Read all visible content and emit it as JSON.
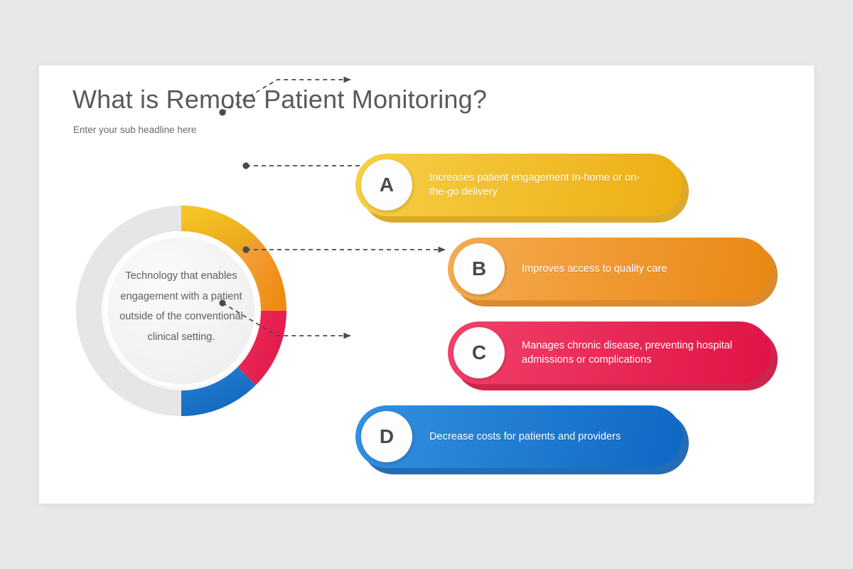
{
  "slide": {
    "title": "What is Remote Patient Monitoring?",
    "subtitle": "Enter your sub headline here",
    "background_color": "#e8e8e8",
    "card_color": "#ffffff"
  },
  "donut": {
    "center_text": "Technology that enables engagement with a patient outside of the conventional clinical setting.",
    "track_color": "#e6e6e6",
    "inner_color": "#f1f1f1",
    "segments": [
      {
        "key": "A",
        "label": "Increases patient engagement",
        "color": "#f5c324",
        "color_dark": "#e9a81c",
        "start_deg": 0,
        "sweep_deg": 45
      },
      {
        "key": "B",
        "label": "Improves access to quality care",
        "color": "#f3a03a",
        "color_dark": "#ef8b12",
        "start_deg": 45,
        "sweep_deg": 45
      },
      {
        "key": "C",
        "label": "Manages chronic disease",
        "color": "#ef2a56",
        "color_dark": "#e01b4c",
        "start_deg": 90,
        "sweep_deg": 45
      },
      {
        "key": "D",
        "label": "Decrease costs",
        "color": "#1f7fd6",
        "color_dark": "#1569bd",
        "start_deg": 135,
        "sweep_deg": 45
      }
    ]
  },
  "connectors": {
    "line_color": "#4a4a4a",
    "dash": "6 5",
    "items": [
      {
        "key": "A",
        "dot": [
          258,
          66
        ],
        "bend": [
          335,
          20
        ],
        "end": [
          438,
          20
        ]
      },
      {
        "key": "B",
        "dot": [
          291,
          141
        ],
        "bend": null,
        "end": [
          571,
          141
        ]
      },
      {
        "key": "C",
        "dot": [
          291,
          259
        ],
        "bend": null,
        "end": [
          571,
          259
        ]
      },
      {
        "key": "D",
        "dot": [
          258,
          334
        ],
        "bend": [
          335,
          380
        ],
        "end": [
          438,
          380
        ]
      }
    ]
  },
  "pills": [
    {
      "id": "pill-a",
      "letter": "A",
      "text": "Increases patient engagement In-home or on-the-go delivery",
      "color_from": "#f7cf45",
      "color_to": "#edae14",
      "shadow_color": "#d9a218"
    },
    {
      "id": "pill-b",
      "letter": "B",
      "text": "Improves access to quality care",
      "color_from": "#f5ab52",
      "color_to": "#ea8712",
      "shadow_color": "#d9801a"
    },
    {
      "id": "pill-c",
      "letter": "C",
      "text": "Manages chronic disease, preventing hospital admissions or complications",
      "color_from": "#f2416a",
      "color_to": "#e01345",
      "shadow_color": "#c9143f"
    },
    {
      "id": "pill-d",
      "letter": "D",
      "text": "Decrease costs for patients and providers",
      "color_from": "#3391e0",
      "color_to": "#0f68c4",
      "shadow_color": "#1260ad"
    }
  ]
}
